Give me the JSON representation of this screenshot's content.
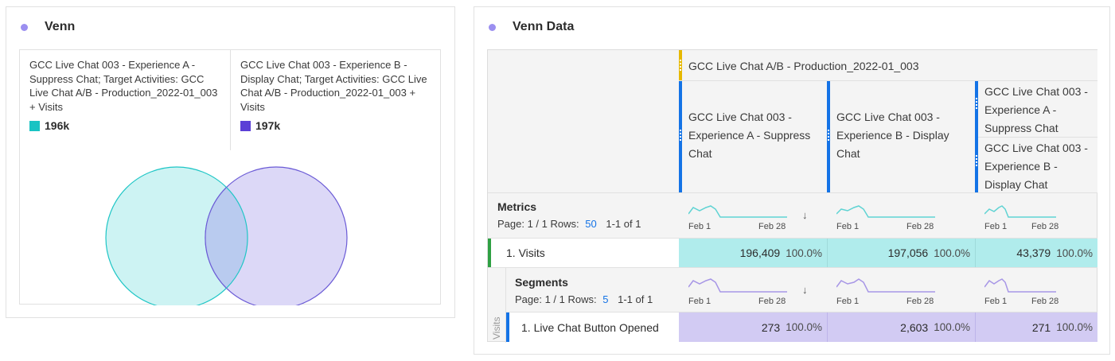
{
  "venn_panel": {
    "title": "Venn",
    "segment_a": {
      "label": "GCC Live Chat 003 - Experience A - Suppress Chat; Target Activities: GCC Live Chat A/B - Production_2022-01_003 + Visits",
      "value": "196k",
      "color": "#19c3c3"
    },
    "segment_b": {
      "label": "GCC Live Chat 003 - Experience B - Display Chat; Target Activities: GCC Live Chat A/B - Production_2022-01_003 + Visits",
      "value": "197k",
      "color": "#5b3fd6"
    }
  },
  "data_panel": {
    "title": "Venn Data",
    "group_header": "GCC Live Chat A/B - Production_2022-01_003",
    "columns": [
      "GCC Live Chat 003 - Experience A - Suppress Chat",
      "GCC Live Chat 003 - Experience B - Display Chat"
    ],
    "stacked_column": {
      "top": "GCC Live Chat 003 - Experience A - Suppress Chat",
      "bottom": "GCC Live Chat 003 - Experience B - Display Chat"
    },
    "metrics": {
      "title": "Metrics",
      "page_label": "Page: 1 / 1",
      "rows_label": "Rows:",
      "rows_value": "50",
      "range": "1-1 of 1"
    },
    "segments": {
      "title": "Segments",
      "page_label": "Page: 1 / 1",
      "rows_label": "Rows:",
      "rows_value": "5",
      "range": "1-1 of 1"
    },
    "spark_start": "Feb 1",
    "spark_end": "Feb 28",
    "side_label": "Visits",
    "visits_row": {
      "label": "1. Visits",
      "values": [
        "196,409",
        "197,056",
        "43,379"
      ],
      "percents": [
        "100.0%",
        "100.0%",
        "100.0%"
      ]
    },
    "segment_row": {
      "label": "1. Live Chat Button Opened",
      "values": [
        "273",
        "2,603",
        "271"
      ],
      "percents": [
        "100.0%",
        "100.0%",
        "100.0%"
      ]
    },
    "colors": {
      "metric_bar": "#2ea043",
      "segment_bar": "#1473e6",
      "teal_cell": "#b0ecec",
      "purple_cell": "#d2cbf3"
    }
  }
}
